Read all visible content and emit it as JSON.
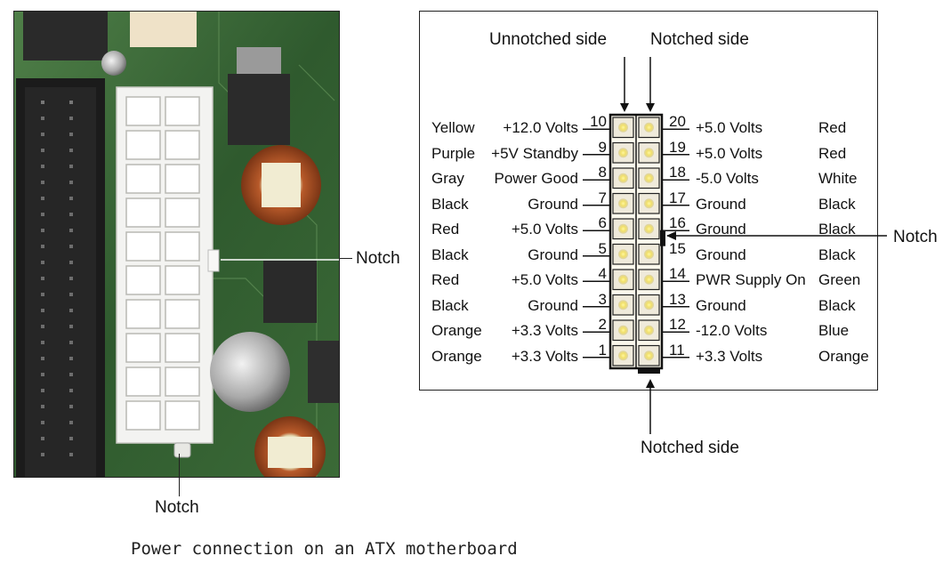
{
  "caption": "Power connection on an ATX motherboard",
  "photo": {
    "notch_side_label": "Notch",
    "notch_bottom_label": "Notch"
  },
  "diagram": {
    "top_left_label": "Unnotched side",
    "top_right_label": "Notched side",
    "bottom_label": "Notched side",
    "side_notch_label": "Notch",
    "left_pins": [
      {
        "color": "Yellow",
        "signal": "+12.0 Volts",
        "pin": "10"
      },
      {
        "color": "Purple",
        "signal": "+5V Standby",
        "pin": "9"
      },
      {
        "color": "Gray",
        "signal": "Power Good",
        "pin": "8"
      },
      {
        "color": "Black",
        "signal": "Ground",
        "pin": "7"
      },
      {
        "color": "Red",
        "signal": "+5.0 Volts",
        "pin": "6"
      },
      {
        "color": "Black",
        "signal": "Ground",
        "pin": "5"
      },
      {
        "color": "Red",
        "signal": "+5.0 Volts",
        "pin": "4"
      },
      {
        "color": "Black",
        "signal": "Ground",
        "pin": "3"
      },
      {
        "color": "Orange",
        "signal": "+3.3 Volts",
        "pin": "2"
      },
      {
        "color": "Orange",
        "signal": "+3.3 Volts",
        "pin": "1"
      }
    ],
    "right_pins": [
      {
        "pin": "20",
        "signal": "+5.0 Volts",
        "color": "Red"
      },
      {
        "pin": "19",
        "signal": "+5.0 Volts",
        "color": "Red"
      },
      {
        "pin": "18",
        "signal": "-5.0 Volts",
        "color": "White"
      },
      {
        "pin": "17",
        "signal": "Ground",
        "color": "Black"
      },
      {
        "pin": "16",
        "signal": "Ground",
        "color": "Black"
      },
      {
        "pin": "15",
        "signal": "Ground",
        "color": "Black"
      },
      {
        "pin": "14",
        "signal": "PWR Supply On",
        "color": "Green"
      },
      {
        "pin": "13",
        "signal": "Ground",
        "color": "Black"
      },
      {
        "pin": "12",
        "signal": "-12.0 Volts",
        "color": "Blue"
      },
      {
        "pin": "11",
        "signal": "+3.3 Volts",
        "color": "Orange"
      }
    ]
  }
}
